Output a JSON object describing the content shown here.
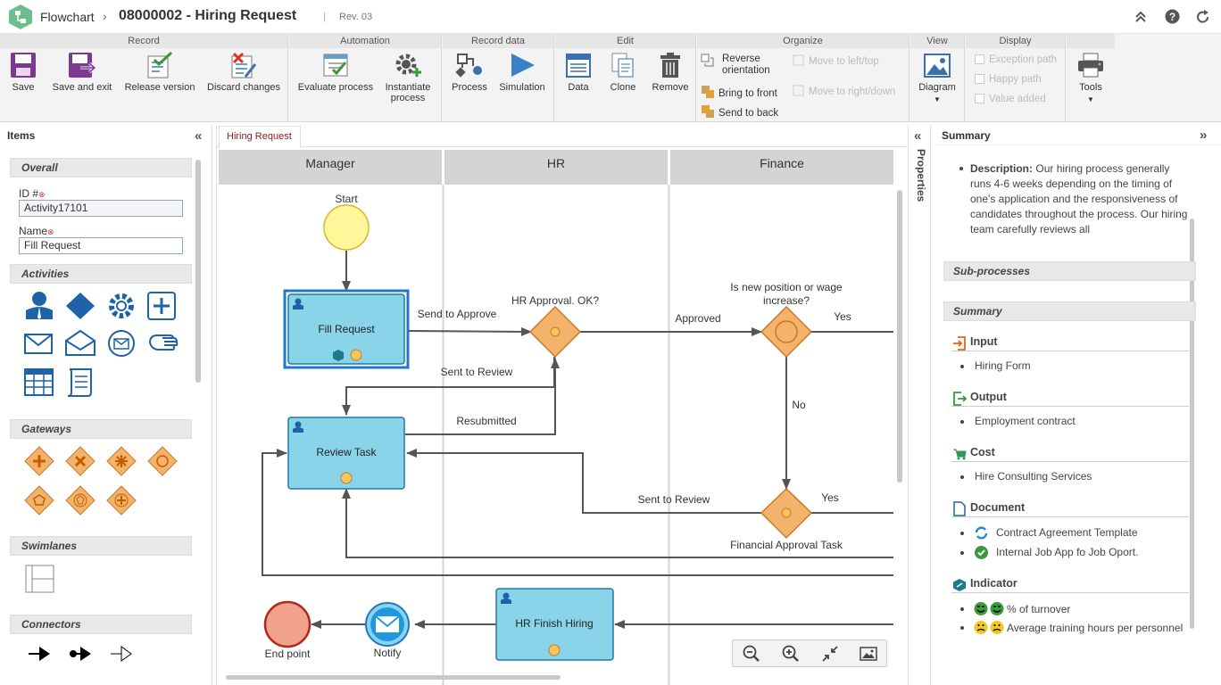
{
  "header": {
    "module": "Flowchart",
    "title": "08000002 - Hiring Request",
    "revision": "Rev. 03"
  },
  "ribbon": {
    "groups": [
      "Record",
      "Automation",
      "Record data",
      "Edit",
      "Organize",
      "View",
      "Display"
    ],
    "record": {
      "save": "Save",
      "save_exit": "Save and exit",
      "release": "Release version",
      "discard": "Discard changes"
    },
    "automation": {
      "evaluate": "Evaluate process",
      "instantiate": "Instantiate process"
    },
    "record_data": {
      "process": "Process",
      "simulation": "Simulation"
    },
    "edit": {
      "data": "Data",
      "clone": "Clone",
      "remove": "Remove"
    },
    "organize": {
      "reverse": "Reverse orientation",
      "front": "Bring to front",
      "back": "Send to back",
      "left_top": "Move to left/top",
      "right_down": "Move to right/down"
    },
    "view": {
      "diagram": "Diagram"
    },
    "display": {
      "exception": "Exception path",
      "happy": "Happy path",
      "value_added": "Value added"
    },
    "tools": "Tools"
  },
  "items_panel": {
    "title": "Items",
    "overall": "Overall",
    "id_label": "ID #",
    "id_value": "Activity17101",
    "name_label": "Name",
    "name_value": "Fill Request",
    "activities": "Activities",
    "gateways": "Gateways",
    "swimlanes": "Swimlanes",
    "connectors": "Connectors"
  },
  "tab": "Hiring Request",
  "diagram": {
    "lanes": [
      "Manager",
      "HR",
      "Finance"
    ],
    "labels": {
      "start": "Start",
      "fill_request": "Fill Request",
      "review_task": "Review Task",
      "hr_finish": "HR Finish Hiring",
      "hr_approval": "HR Approval. OK?",
      "new_position_1": "Is new position or wage",
      "new_position_2": "increase?",
      "send_to_approve": "Send to Approve",
      "approved": "Approved",
      "yes1": "Yes",
      "yes2": "Yes",
      "no": "No",
      "sent_to_review1": "Sent to Review",
      "sent_to_review2": "Sent to Review",
      "resubmitted": "Resubmitted",
      "financial": "Financial Approval Task",
      "end_point": "End point",
      "notify": "Notify"
    }
  },
  "properties_label": "Properties",
  "summary": {
    "title": "Summary",
    "description_label": "Description:",
    "description_lines": [
      "Our hiring process generally",
      "runs 4-6 weeks depending on the timing of",
      "one's application and the responsiveness of",
      "candidates throughout the process. Our hiring",
      "team carefully reviews all"
    ],
    "subprocesses": "Sub-processes",
    "summary_section": "Summary",
    "input": "Input",
    "input_item": "Hiring Form",
    "output": "Output",
    "output_item": "Employment contract",
    "cost": "Cost",
    "cost_item": "Hire Consulting Services",
    "document": "Document",
    "doc_items": [
      "Contract Agreement Template",
      "Internal Job App fo Job Oport."
    ],
    "indicator": "Indicator",
    "indicator_items": [
      "% of turnover",
      "Average training hours per personnel"
    ]
  },
  "colors": {
    "task_fill": "#89d4e8",
    "task_border": "#1e78a8",
    "gateway": "#f4b36b",
    "start": "#fff79a",
    "end": "#f0a28c",
    "accent": "#d33"
  }
}
